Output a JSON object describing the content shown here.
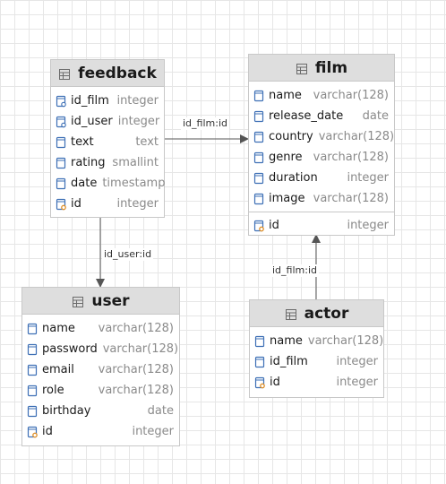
{
  "tables": {
    "feedback": {
      "title": "feedback",
      "columns": [
        {
          "name": "id_film",
          "type": "integer",
          "icon": "foreign-key-field-icon"
        },
        {
          "name": "id_user",
          "type": "integer",
          "icon": "foreign-key-field-icon"
        },
        {
          "name": "text",
          "type": "text",
          "icon": "field-icon"
        },
        {
          "name": "rating",
          "type": "smallint",
          "icon": "field-icon"
        },
        {
          "name": "date",
          "type": "timestamp",
          "icon": "field-icon"
        },
        {
          "name": "id",
          "type": "integer",
          "icon": "primary-key-field-icon"
        }
      ]
    },
    "film": {
      "title": "film",
      "columns": [
        {
          "name": "name",
          "type": "varchar(128)",
          "icon": "field-icon"
        },
        {
          "name": "release_date",
          "type": "date",
          "icon": "field-icon"
        },
        {
          "name": "country",
          "type": "varchar(128)",
          "icon": "field-icon"
        },
        {
          "name": "genre",
          "type": "varchar(128)",
          "icon": "field-icon"
        },
        {
          "name": "duration",
          "type": "integer",
          "icon": "field-icon"
        },
        {
          "name": "image",
          "type": "varchar(128)",
          "icon": "field-icon"
        }
      ],
      "keys": [
        {
          "name": "id",
          "type": "integer",
          "icon": "primary-key-field-icon"
        }
      ]
    },
    "user": {
      "title": "user",
      "columns": [
        {
          "name": "name",
          "type": "varchar(128)",
          "icon": "field-icon"
        },
        {
          "name": "password",
          "type": "varchar(128)",
          "icon": "field-icon"
        },
        {
          "name": "email",
          "type": "varchar(128)",
          "icon": "field-icon"
        },
        {
          "name": "role",
          "type": "varchar(128)",
          "icon": "field-icon"
        },
        {
          "name": "birthday",
          "type": "date",
          "icon": "field-icon"
        },
        {
          "name": "id",
          "type": "integer",
          "icon": "primary-key-field-icon"
        }
      ]
    },
    "actor": {
      "title": "actor",
      "columns": [
        {
          "name": "name",
          "type": "varchar(128)",
          "icon": "field-icon"
        },
        {
          "name": "id_film",
          "type": "integer",
          "icon": "field-icon"
        },
        {
          "name": "id",
          "type": "integer",
          "icon": "primary-key-field-icon"
        }
      ]
    }
  },
  "relations": {
    "feedback_film": "id_film:id",
    "feedback_user": "id_user:id",
    "actor_film": "id_film:id"
  },
  "colors": {
    "header_bg": "#dedede",
    "border": "#c8c8c8",
    "icon_blue": "#3d6fb5",
    "key_orange": "#e0912a",
    "type_gray": "#8a8a8a",
    "line": "#555555"
  }
}
